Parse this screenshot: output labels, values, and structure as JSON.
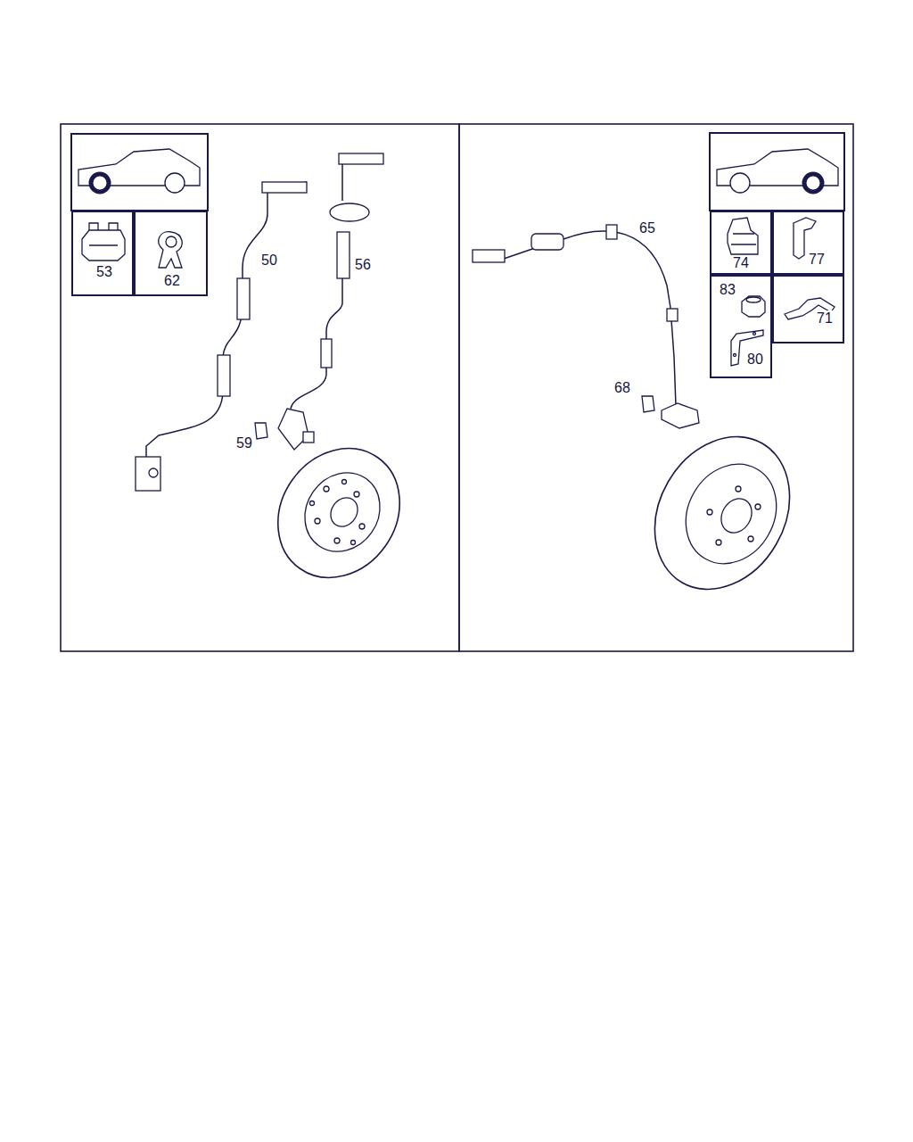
{
  "diagram": {
    "nodes": [
      {
        "text": [
          "53"
        ]
      },
      {
        "text": [
          "62"
        ]
      },
      {
        "text": [
          "74"
        ]
      },
      {
        "text": [
          "77"
        ]
      },
      {
        "text": [
          "83",
          "80"
        ]
      },
      {
        "text": [
          "71"
        ]
      }
    ],
    "labels": [
      "50",
      "56",
      "59",
      "65",
      "68"
    ]
  }
}
